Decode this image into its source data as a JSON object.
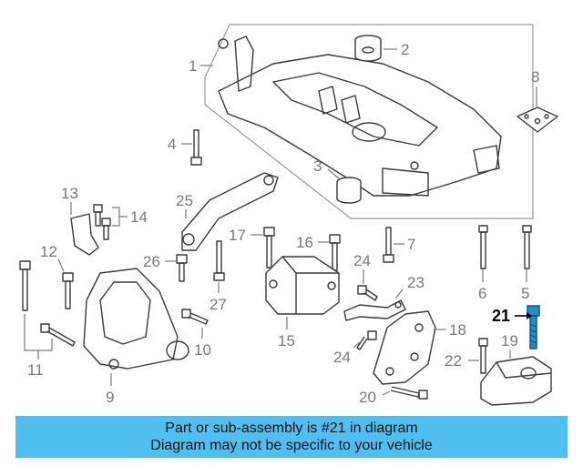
{
  "diagram": {
    "callouts": {
      "c1": "1",
      "c2": "2",
      "c3": "3",
      "c4": "4",
      "c5": "5",
      "c6": "6",
      "c7": "7",
      "c8": "8",
      "c9": "9",
      "c10": "10",
      "c11": "11",
      "c12": "12",
      "c13": "13",
      "c14": "14",
      "c15": "15",
      "c16": "16",
      "c17": "17",
      "c18": "18",
      "c19": "19",
      "c20": "20",
      "c21": "21",
      "c22": "22",
      "c23": "23",
      "c24a": "24",
      "c24b": "24",
      "c25": "25",
      "c26": "26",
      "c27": "27"
    },
    "highlighted_part": "21",
    "highlight_color": "#1f8fd0"
  },
  "banner": {
    "line1": "Part or sub-assembly is #21 in diagram",
    "line2": "Diagram may not be specific to your vehicle",
    "background": "#4fbff0"
  }
}
